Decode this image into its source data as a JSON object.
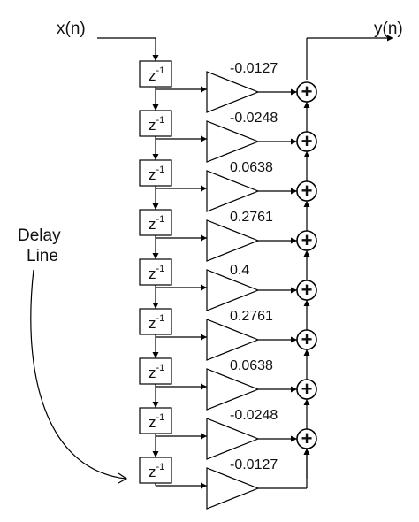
{
  "input_label": "x(n)",
  "output_label": "y(n)",
  "delay_line_label": [
    "Delay",
    "Line"
  ],
  "delay_symbol": {
    "base": "z",
    "exp": "-1"
  },
  "sum_symbol": "+",
  "taps": [
    {
      "coefficient": "-0.0127"
    },
    {
      "coefficient": "-0.0248"
    },
    {
      "coefficient": "0.0638"
    },
    {
      "coefficient": "0.2761"
    },
    {
      "coefficient": "0.4"
    },
    {
      "coefficient": "0.2761"
    },
    {
      "coefficient": "0.0638"
    },
    {
      "coefficient": "-0.0248"
    },
    {
      "coefficient": "-0.0127"
    }
  ]
}
